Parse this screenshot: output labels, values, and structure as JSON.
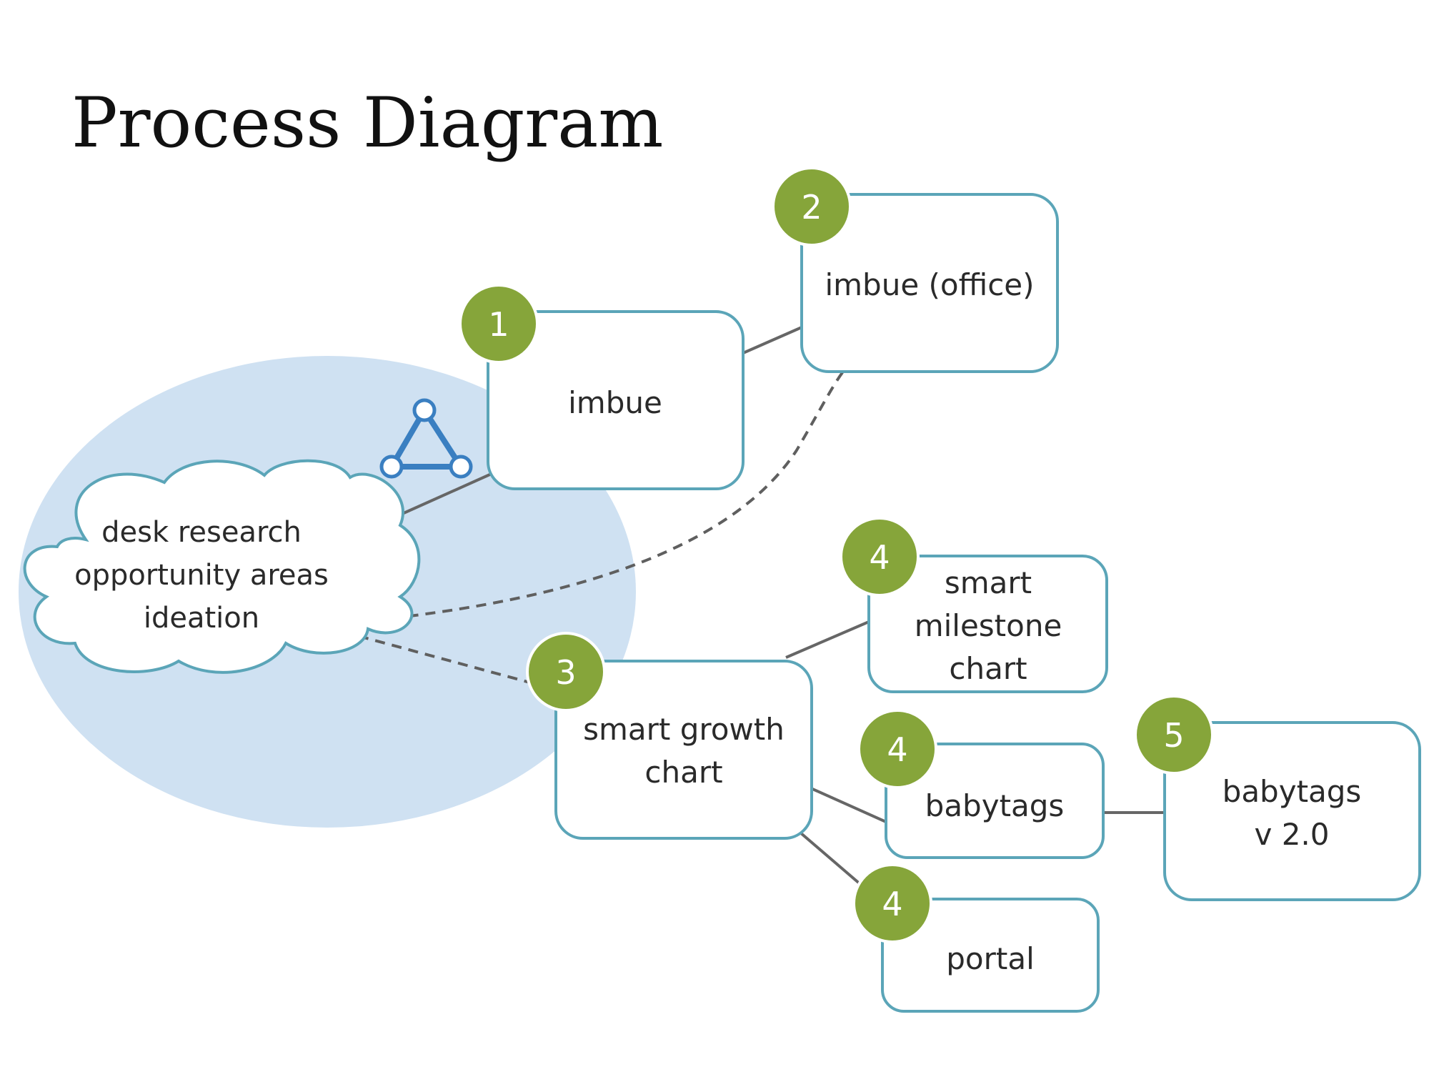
{
  "title": "Process Diagram",
  "colors": {
    "box_border": "#5ba5b8",
    "badge_fill": "#86a53a",
    "ellipse_fill": "#cfe1f2",
    "connector": "#666666",
    "icon_blue": "#3a7fc1"
  },
  "icons": {
    "network": "triangle-network-icon"
  },
  "cloud": {
    "lines": [
      "desk research",
      "opportunity areas",
      "ideation"
    ]
  },
  "nodes": [
    {
      "id": "imbue",
      "step": "1",
      "lines": [
        "imbue"
      ]
    },
    {
      "id": "imbue-office",
      "step": "2",
      "lines": [
        "imbue (office)"
      ]
    },
    {
      "id": "smart-growth-chart",
      "step": "3",
      "lines": [
        "smart growth",
        "chart"
      ]
    },
    {
      "id": "smart-milestone-chart",
      "step": "4",
      "lines": [
        "smart",
        "milestone",
        "chart"
      ]
    },
    {
      "id": "babytags",
      "step": "4",
      "lines": [
        "babytags"
      ]
    },
    {
      "id": "portal",
      "step": "4",
      "lines": [
        "portal"
      ]
    },
    {
      "id": "babytags-v2",
      "step": "5",
      "lines": [
        "babytags",
        "v 2.0"
      ]
    }
  ],
  "edges": [
    {
      "from": "cloud",
      "to": "imbue",
      "style": "solid"
    },
    {
      "from": "imbue",
      "to": "imbue-office",
      "style": "solid"
    },
    {
      "from": "cloud",
      "to": "imbue-office",
      "style": "dashed"
    },
    {
      "from": "cloud",
      "to": "smart-growth-chart",
      "style": "dashed"
    },
    {
      "from": "smart-growth-chart",
      "to": "smart-milestone-chart",
      "style": "solid"
    },
    {
      "from": "smart-growth-chart",
      "to": "babytags",
      "style": "solid"
    },
    {
      "from": "smart-growth-chart",
      "to": "portal",
      "style": "solid"
    },
    {
      "from": "babytags",
      "to": "babytags-v2",
      "style": "solid"
    }
  ]
}
